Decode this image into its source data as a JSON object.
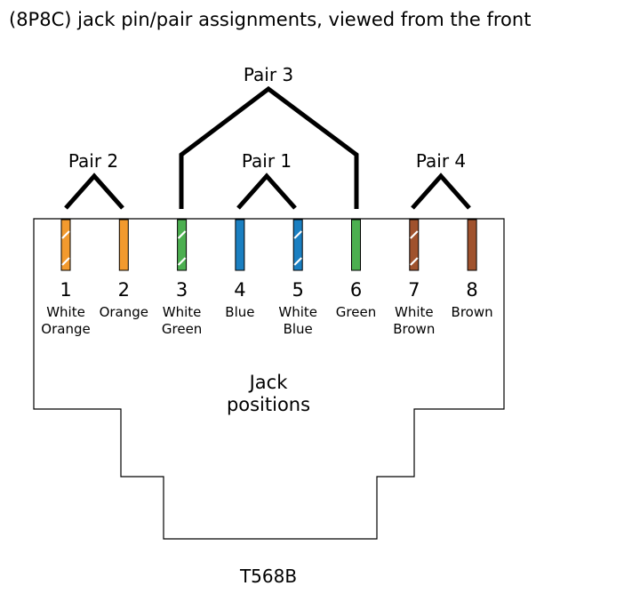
{
  "title": "(8P8C) jack pin/pair assignments, viewed from the front",
  "pairs": [
    {
      "label": "Pair 1",
      "pins": [
        4,
        5
      ]
    },
    {
      "label": "Pair 2",
      "pins": [
        1,
        2
      ]
    },
    {
      "label": "Pair 3",
      "pins": [
        3,
        6
      ]
    },
    {
      "label": "Pair 4",
      "pins": [
        7,
        8
      ]
    }
  ],
  "pins": [
    {
      "number": "1",
      "label_lines": [
        "White",
        "Orange"
      ],
      "color": "#f29a2e",
      "striped": true
    },
    {
      "number": "2",
      "label_lines": [
        "Orange"
      ],
      "color": "#f29a2e",
      "striped": false
    },
    {
      "number": "3",
      "label_lines": [
        "White",
        "Green"
      ],
      "color": "#4caf50",
      "striped": true
    },
    {
      "number": "4",
      "label_lines": [
        "Blue"
      ],
      "color": "#1a7fc1",
      "striped": false
    },
    {
      "number": "5",
      "label_lines": [
        "White",
        "Blue"
      ],
      "color": "#1a7fc1",
      "striped": true
    },
    {
      "number": "6",
      "label_lines": [
        "Green"
      ],
      "color": "#4caf50",
      "striped": false
    },
    {
      "number": "7",
      "label_lines": [
        "White",
        "Brown"
      ],
      "color": "#a0522d",
      "striped": true
    },
    {
      "number": "8",
      "label_lines": [
        "Brown"
      ],
      "color": "#a0522d",
      "striped": false
    }
  ],
  "jack_label_lines": [
    "Jack",
    "positions"
  ],
  "standard": "T568B"
}
